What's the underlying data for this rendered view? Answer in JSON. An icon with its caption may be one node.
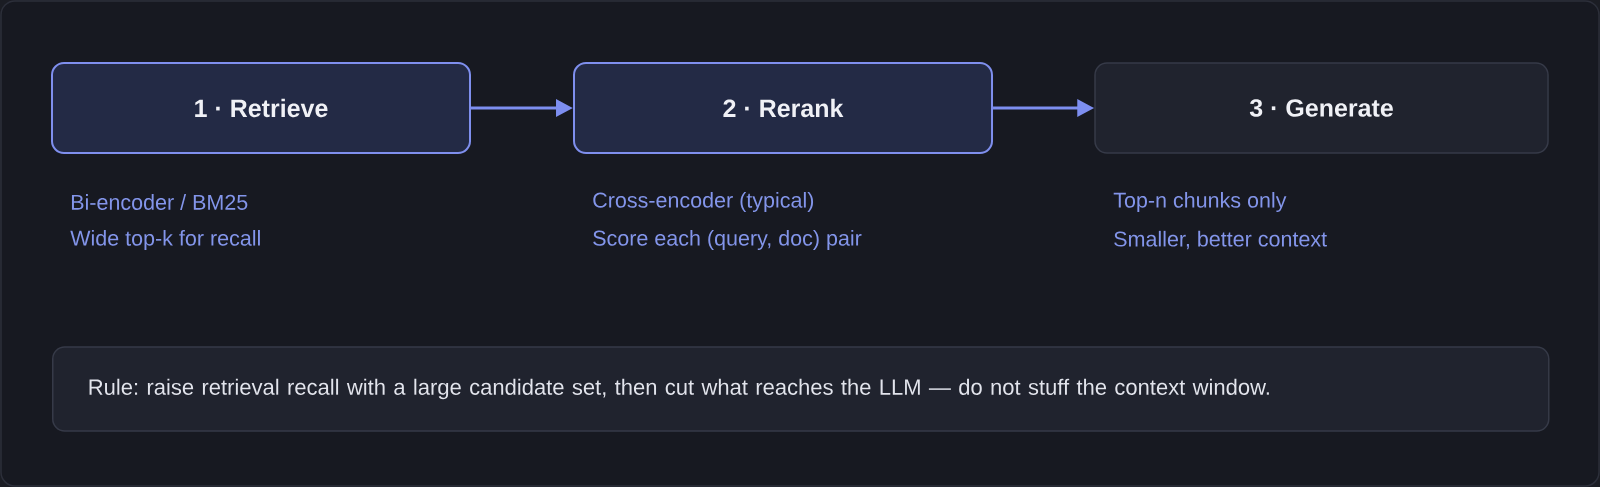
{
  "diagram": {
    "nodes": [
      {
        "text": [
          "1 · Retrieve"
        ],
        "beside": [
          "Bi-encoder / BM25",
          "Wide top-k for recall"
        ]
      },
      {
        "text": [
          "2 · Rerank"
        ],
        "beside": [
          "Cross-encoder (typical)",
          "Score each (query, doc) pair"
        ]
      },
      {
        "text": [
          "3 · Generate"
        ],
        "beside": [
          "Top-n chunks only",
          "Smaller, better context"
        ]
      },
      {
        "text": [
          "Rule: raise retrieval recall with a large candidate set, then cut what reaches the LLM — do not stuff the context window."
        ]
      }
    ],
    "edges": [
      {
        "from": 0,
        "to": 1,
        "arrow": "to"
      },
      {
        "from": 1,
        "to": 2,
        "arrow": "to"
      }
    ]
  }
}
